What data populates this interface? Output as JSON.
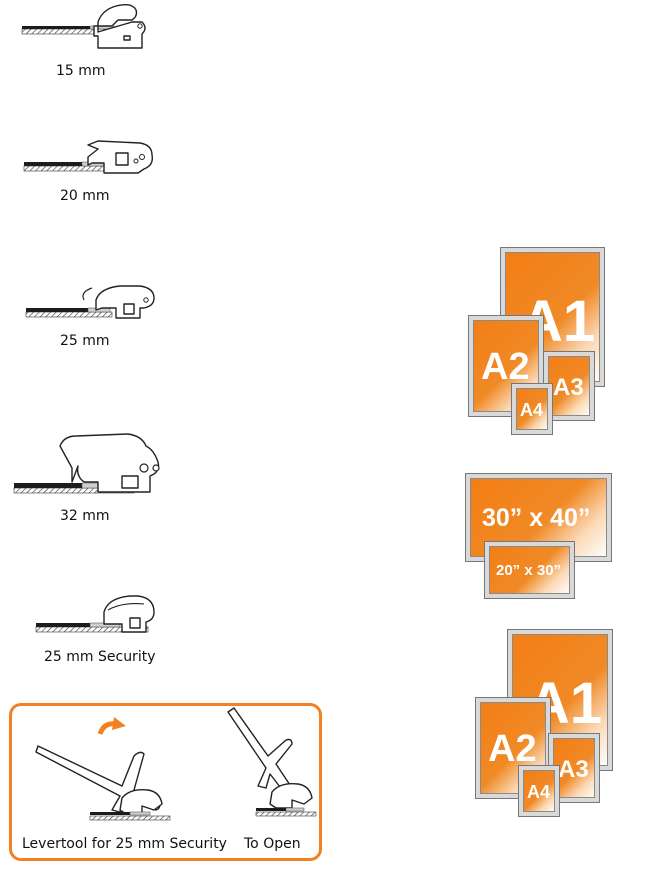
{
  "profiles": [
    {
      "label": "15 mm"
    },
    {
      "label": "20 mm"
    },
    {
      "label": "25 mm"
    },
    {
      "label": "32 mm"
    },
    {
      "label": "25 mm Security"
    }
  ],
  "levertool": {
    "label_left": "Levertool for 25 mm Security",
    "label_right": "To Open",
    "accent_color": "#f08223"
  },
  "frames_top": {
    "sizes": [
      "A1",
      "A2",
      "A3",
      "A4"
    ]
  },
  "frames_mid": {
    "sizes": [
      "30” x 40”",
      "20” x 30”"
    ]
  },
  "frames_bottom": {
    "sizes": [
      "A1",
      "A2",
      "A3",
      "A4"
    ]
  },
  "colors": {
    "orange": "#f47d15",
    "frame_border": "#d9d9d9"
  }
}
